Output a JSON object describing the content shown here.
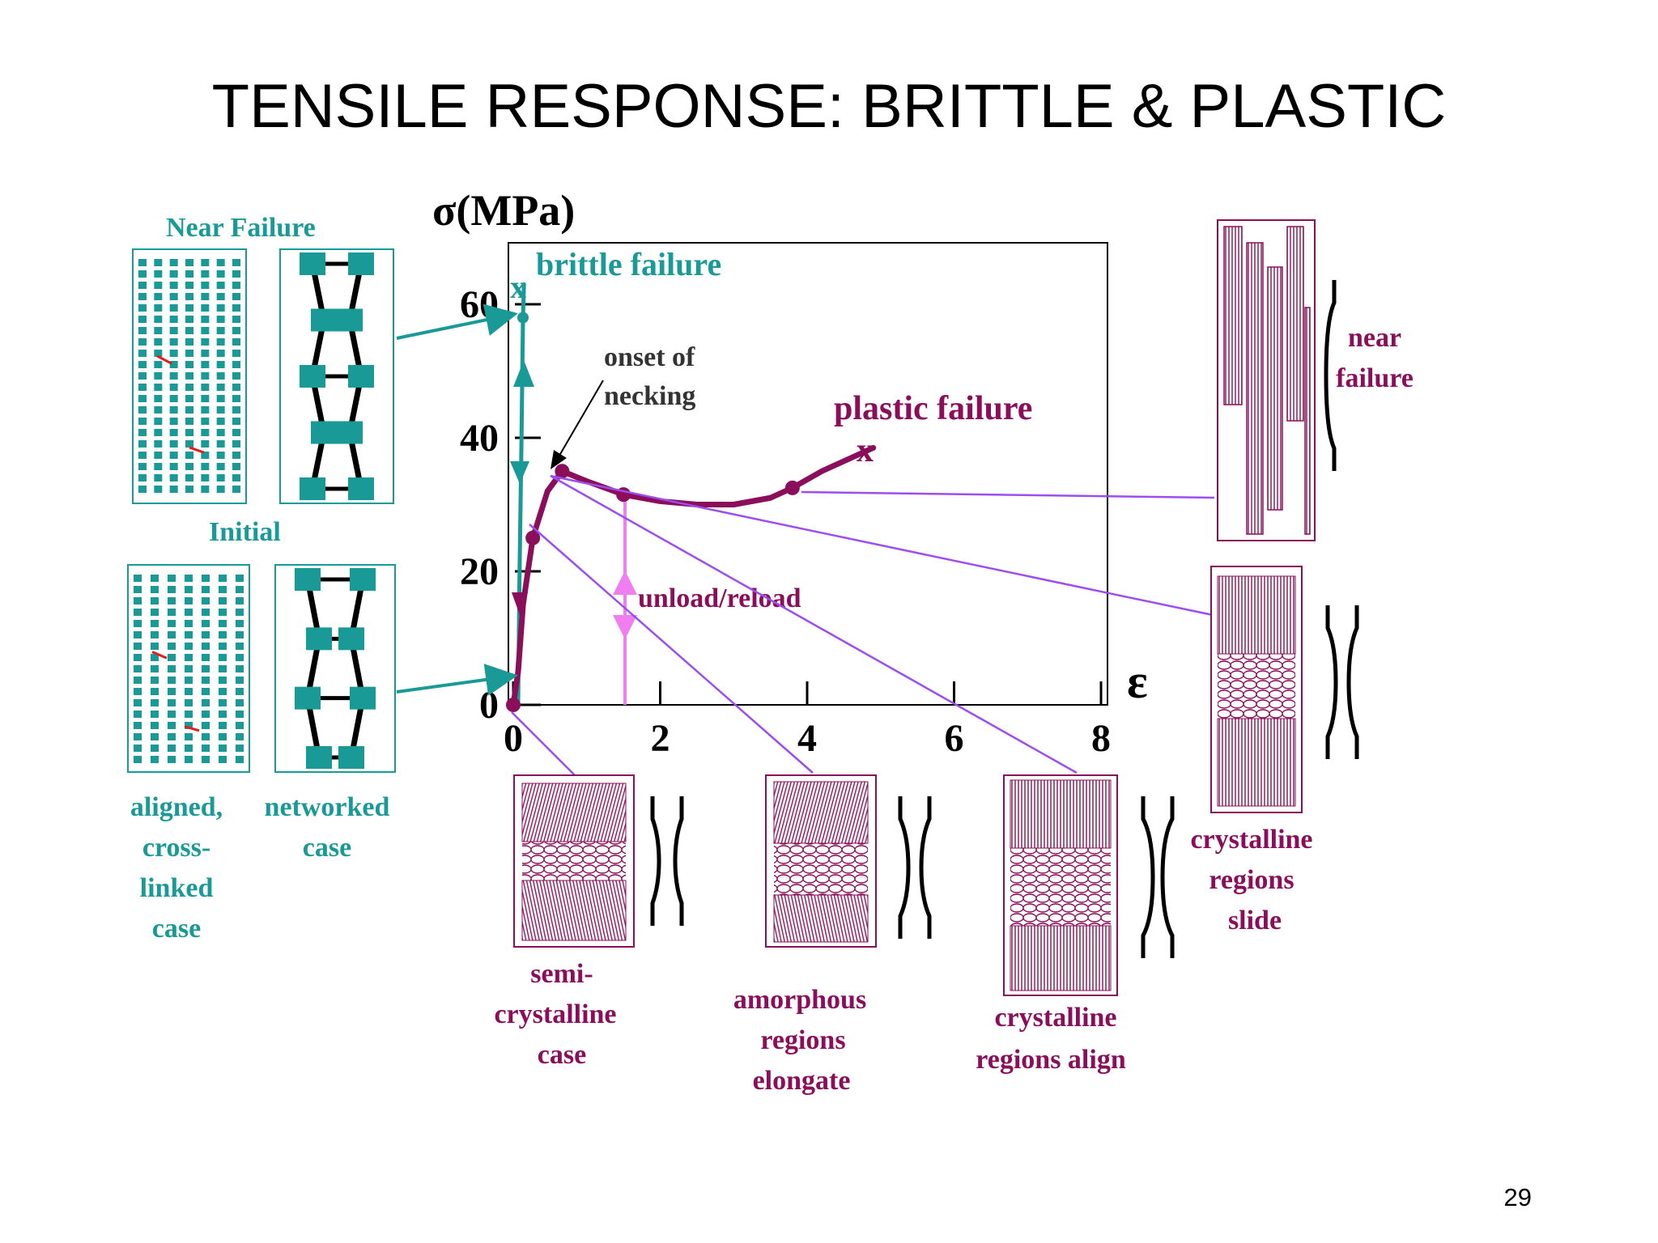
{
  "slide": {
    "title": "TENSILE RESPONSE: BRITTLE & PLASTIC",
    "page_number": "29"
  },
  "colors": {
    "teal": "#1a9a96",
    "magenta": "#8b0e5a",
    "purple": "#9b4df0",
    "pink": "#f07ef0",
    "black": "#000000"
  },
  "chart": {
    "y_axis_label": "σ(MPa)",
    "x_axis_label": "ε",
    "y_ticks": [
      "0",
      "20",
      "40",
      "60"
    ],
    "x_ticks": [
      "0",
      "2",
      "4",
      "6",
      "8"
    ],
    "ylim": [
      0,
      70
    ],
    "xlim": [
      0,
      8
    ]
  },
  "chart_data": {
    "type": "line",
    "xlabel": "ε",
    "ylabel": "σ(MPa)",
    "xlim": [
      0,
      8
    ],
    "ylim": [
      0,
      70
    ],
    "series": [
      {
        "x": [
          0,
          0.03,
          0.07,
          0.1,
          0.12
        ],
        "y": [
          0,
          20,
          40,
          58,
          63
        ],
        "failure_marker": "x"
      },
      {
        "x": [
          0,
          0.05,
          0.1,
          0.2,
          0.35,
          0.5,
          1.0,
          1.5,
          2.0,
          2.5,
          3.0,
          3.5,
          3.8,
          4.2,
          4.6,
          4.9
        ],
        "y": [
          0,
          5,
          15,
          25,
          32,
          35,
          33.5,
          31.5,
          30.5,
          30,
          30,
          31,
          32.5,
          35,
          37,
          38.5
        ],
        "failure_marker": "x"
      }
    ],
    "unload_reload_strain": 1.5
  },
  "annotations": {
    "brittle_failure": "brittle failure",
    "onset_of_necking_line1": "onset of",
    "onset_of_necking_line2": "necking",
    "plastic_failure": "plastic failure",
    "unload_reload": "unload/reload",
    "failure_marker": "x"
  },
  "left_panel": {
    "near_failure_heading": "Near Failure",
    "initial_heading": "Initial",
    "aligned_label": [
      "aligned,",
      "cross-",
      "linked",
      "case"
    ],
    "networked_label": [
      "networked",
      "case"
    ]
  },
  "bottom_panel": {
    "semi_crystalline": [
      "semi-",
      "crystalline",
      "case"
    ],
    "amorphous": [
      "amorphous",
      "regions",
      "elongate"
    ],
    "crystalline_align": [
      "crystalline",
      "regions align"
    ]
  },
  "right_panel": {
    "near_failure": [
      "near",
      "failure"
    ],
    "crystalline_slide": [
      "crystalline",
      "regions",
      "slide"
    ]
  }
}
